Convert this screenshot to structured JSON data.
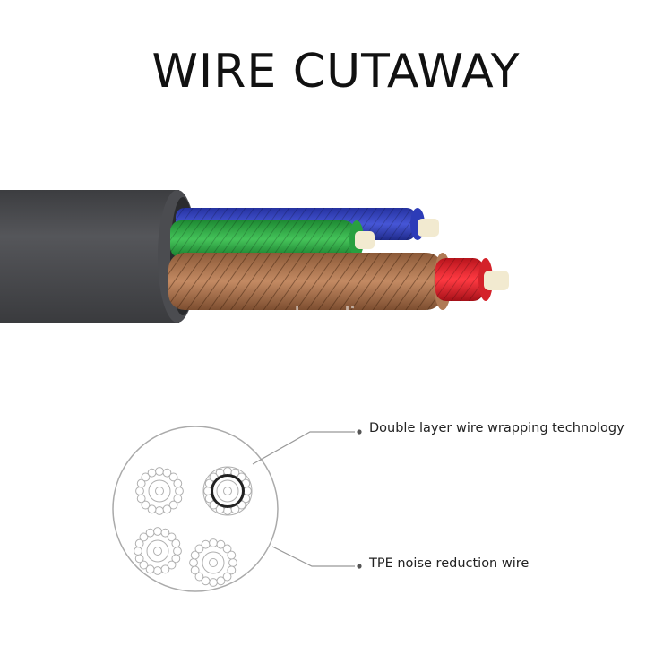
{
  "title": "WIRE CUTAWAY",
  "watermark": "sunsky-online.com",
  "callouts": [
    {
      "label": "Double layer wire wrapping technology"
    },
    {
      "label": "TPE noise reduction wire"
    }
  ],
  "colors": {
    "jacket": "#4a4b4e",
    "blue_conductor": "#2f3fbf",
    "green_conductor": "#2fa844",
    "copper_strands": "#b07a55",
    "red_conductor": "#e0262e",
    "core_tip": "#f2ead0",
    "diagram_lines": "#999999"
  }
}
